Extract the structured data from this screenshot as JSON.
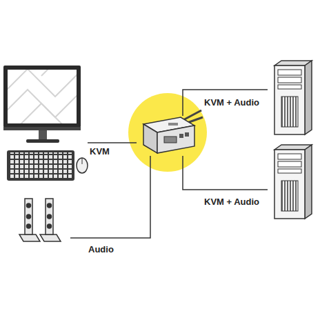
{
  "diagram": {
    "nodes": [
      {
        "text": []
      },
      {
        "text": []
      },
      {
        "text": []
      },
      {
        "text": []
      },
      {
        "text": []
      }
    ],
    "edges": [
      {
        "from": 0,
        "to": 2,
        "arrow": "none",
        "label": "KVM"
      },
      {
        "from": 1,
        "to": 2,
        "arrow": "none",
        "label": "Audio"
      },
      {
        "from": 2,
        "to": 3,
        "arrow": "none",
        "label": "KVM + Audio"
      },
      {
        "from": 2,
        "to": 4,
        "arrow": "none",
        "label": "KVM + Audio"
      }
    ]
  }
}
